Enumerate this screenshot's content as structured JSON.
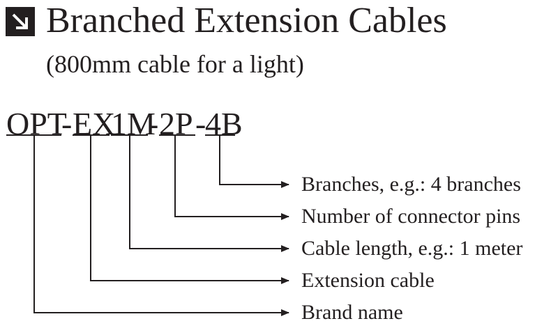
{
  "header": {
    "icon": "arrow-down-right-icon",
    "title": "Branched Extension Cables",
    "subtitle": "(800mm cable for a light)"
  },
  "model_code": {
    "segments": [
      "OPT",
      "-",
      "EX",
      "1M",
      "-",
      "2P",
      "-",
      "4B"
    ]
  },
  "legend": [
    "Branches, e.g.: 4 branches",
    "Number of connector pins",
    "Cable length, e.g.: 1 meter",
    "Extension cable",
    "Brand name"
  ],
  "colors": {
    "ink": "#231f20"
  }
}
